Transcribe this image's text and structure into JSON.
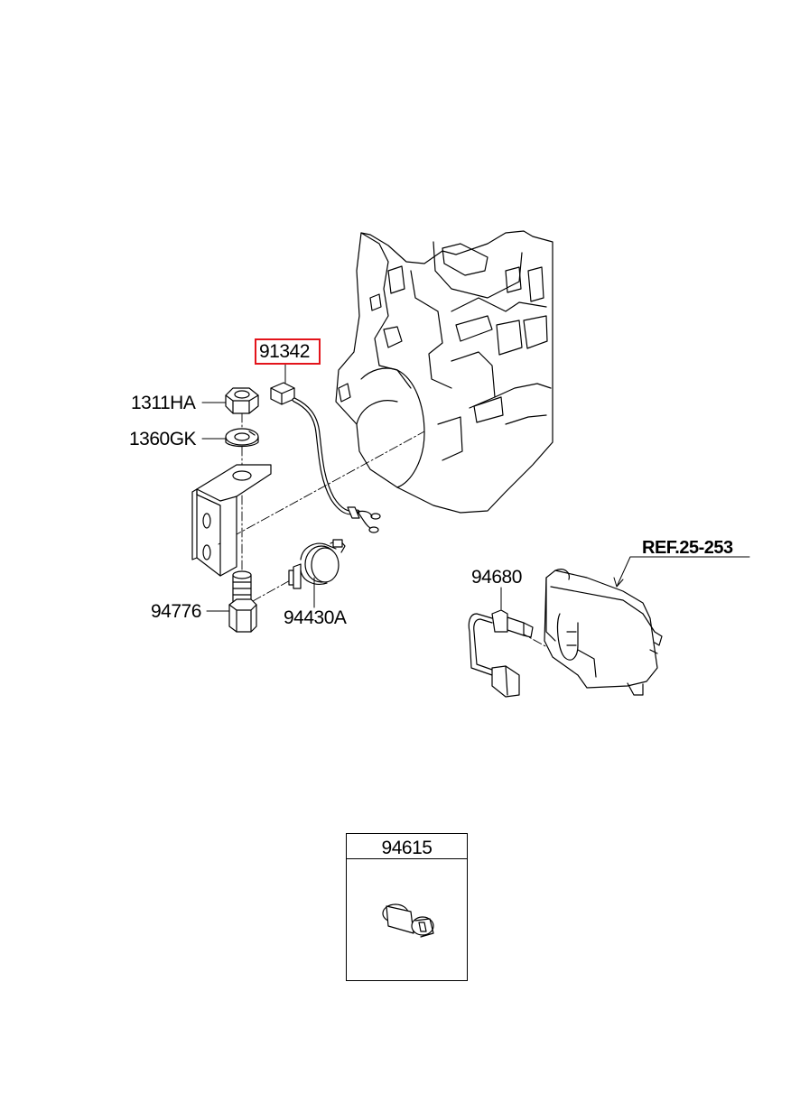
{
  "parts": {
    "p91342": "91342",
    "p1311HA": "1311HA",
    "p1360GK": "1360GK",
    "p94776": "94776",
    "p94430A": "94430A",
    "p94680": "94680",
    "ref": "REF.25-253",
    "p94615": "94615"
  },
  "colors": {
    "highlight": "#e3141b",
    "line": "#000000"
  }
}
